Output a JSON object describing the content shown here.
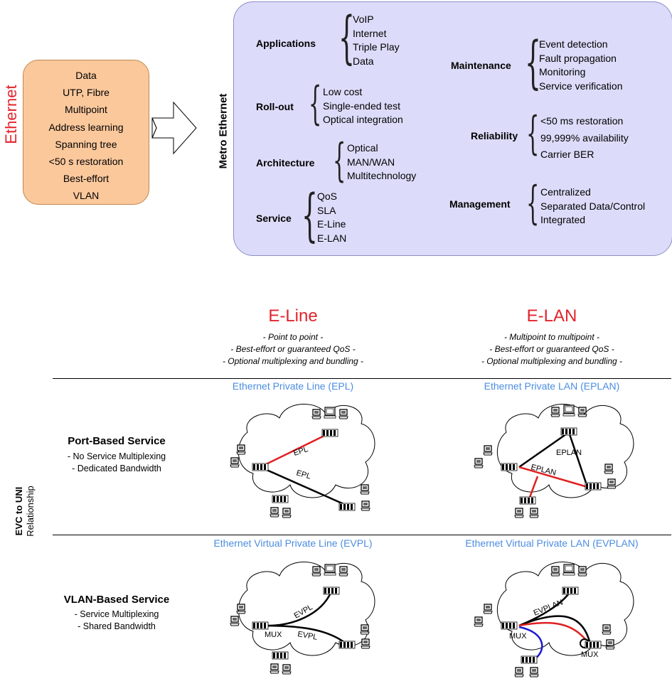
{
  "ethernet": {
    "title": "Ethernet",
    "features": [
      "Data",
      "UTP, Fibre",
      "Multipoint",
      "Address learning",
      "Spanning tree",
      "<50 s restoration",
      "Best-effort",
      "VLAN"
    ]
  },
  "metro": {
    "title": "Metro Ethernet",
    "left_groups": [
      {
        "name": "Applications",
        "items": [
          "VoIP",
          "Internet",
          "Triple Play",
          "Data"
        ]
      },
      {
        "name": "Roll-out",
        "items": [
          "Low cost",
          "Single-ended test",
          "Optical integration"
        ]
      },
      {
        "name": "Architecture",
        "items": [
          "Optical",
          "MAN/WAN",
          "Multitechnology"
        ]
      },
      {
        "name": "Service",
        "items": [
          "QoS",
          "SLA",
          "E-Line",
          "E-LAN"
        ]
      }
    ],
    "right_groups": [
      {
        "name": "Maintenance",
        "items": [
          "Event detection",
          "Fault propagation",
          "Monitoring",
          "Service verification"
        ]
      },
      {
        "name": "Reliability",
        "items": [
          "<50 ms restoration",
          "99,999% availability",
          "Carrier BER"
        ]
      },
      {
        "name": "Management",
        "items": [
          "Centralized",
          "Separated Data/Control",
          "Integrated"
        ]
      }
    ]
  },
  "columns": [
    {
      "title": "E-Line",
      "notes": [
        "- Point to point -",
        "- Best-effort or guaranteed QoS -",
        "- Optional multiplexing and bundling -"
      ]
    },
    {
      "title": "E-LAN",
      "notes": [
        "- Multipoint to multipoint -",
        "- Best-effort or guaranteed QoS -",
        "- Optional multiplexing and bundling -"
      ]
    }
  ],
  "rows": [
    {
      "title": "Port-Based Service",
      "notes": [
        "- No Service Multiplexing",
        "- Dedicated Bandwidth"
      ],
      "services": [
        "Ethernet Private Line (EPL)",
        "Ethernet Private LAN (EPLAN)"
      ]
    },
    {
      "title": "VLAN-Based Service",
      "notes": [
        "- Service Multiplexing",
        "- Shared Bandwidth"
      ],
      "services": [
        "Ethernet Virtual Private Line (EVPL)",
        "Ethernet Virtual Private LAN (EVPLAN)"
      ]
    }
  ],
  "side_label": {
    "bold": "EVC to UNI",
    "normal": "Relationship"
  },
  "link_labels": {
    "epl": "EPL",
    "eplan": "EPLAN",
    "evpl": "EVPL",
    "evplan": "EVPLAN",
    "mux": "MUX"
  },
  "colors": {
    "accent_red": "#e3232c",
    "service_blue": "#4b8de0",
    "orange_box": "#fbc89c",
    "lavender_box": "#dcdcfa",
    "link_red": "#e02020",
    "link_blue": "#1a1ad0"
  }
}
